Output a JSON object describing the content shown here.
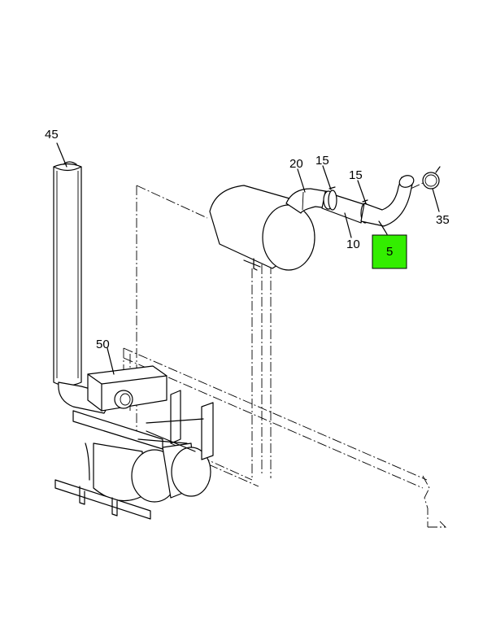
{
  "colors": {
    "highlight": "#33ee00",
    "line": "#000000",
    "background": "#ffffff"
  },
  "callouts": {
    "c45": "45",
    "c20": "20",
    "c15a": "15",
    "c15b": "15",
    "c10": "10",
    "c5": "5",
    "c35": "35",
    "c50": "50"
  },
  "highlighted_callout": "5"
}
